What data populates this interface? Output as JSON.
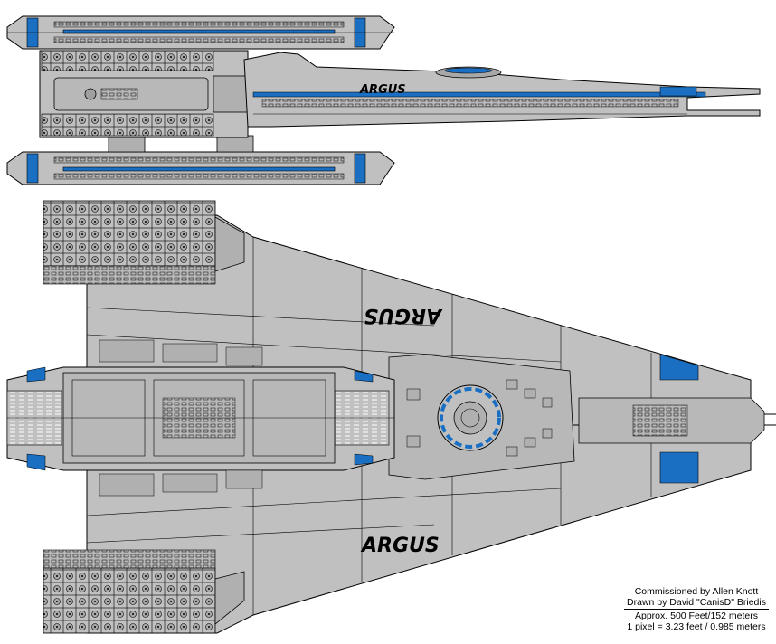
{
  "ship": {
    "name_side": "ARGUS",
    "name_top_upper": "ARGUS",
    "name_top_lower": "ARGUS"
  },
  "credits": {
    "commissioned": "Commissioned by Allen Knott",
    "drawn": "Drawn by David \"CanisD\" Briedis",
    "length": "Approx. 500 Feet/152 meters",
    "scale": "1 pixel = 3.23 feet / 0.985 meters"
  },
  "colors": {
    "hull": "#c0c0c0",
    "hull_dark": "#a0a0a0",
    "line": "#000000",
    "accent": "#1b6fc3",
    "panel": "#b0b0b0"
  }
}
